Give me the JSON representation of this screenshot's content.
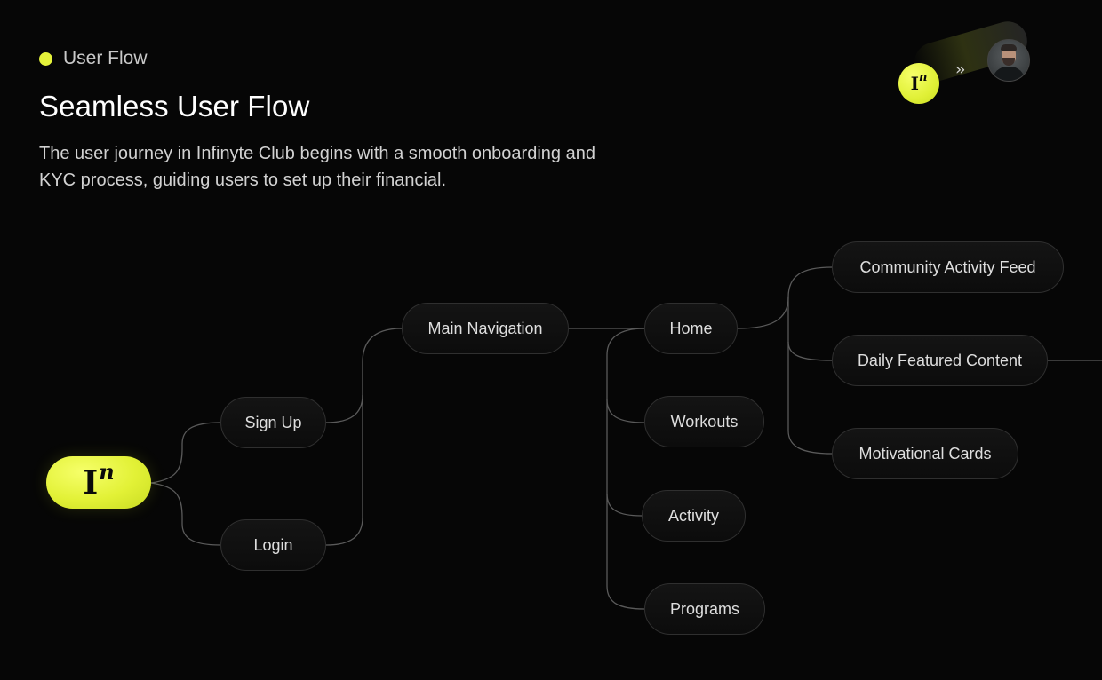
{
  "header": {
    "tag_label": "User Flow",
    "title": "Seamless User Flow",
    "description": "The user journey in Infinyte Club begins with a smooth onboarding and KYC process, guiding users to set up their financial."
  },
  "brand": {
    "logo_text": "I",
    "logo_superscript": "n",
    "accent_color": "#e4f23a"
  },
  "badge": {
    "arrows": "»",
    "avatar_icon": "user-avatar-photo"
  },
  "flow": {
    "root": {
      "icon": "infinyte-logo-icon"
    },
    "sign_up": "Sign Up",
    "login": "Login",
    "main_navigation": "Main Navigation",
    "home": "Home",
    "workouts": "Workouts",
    "activity": "Activity",
    "programs": "Programs",
    "community_activity_feed": "Community Activity Feed",
    "daily_featured_content": "Daily Featured Content",
    "motivational_cards": "Motivational Cards"
  }
}
